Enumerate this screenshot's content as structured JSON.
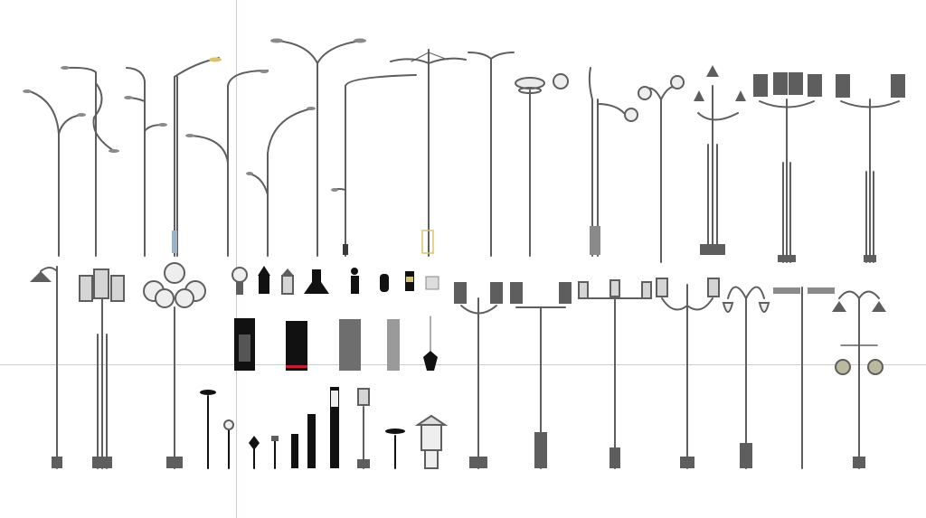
{
  "scene": {
    "subject": "street-lamp-models",
    "background_color": "#ffffff",
    "guide_color": "#d9c6c6",
    "model_colors": {
      "pole": "#5e5e5e",
      "pole_dark": "#3a3a3a",
      "black": "#111111",
      "lamp_glass": "#e2e2e2",
      "accent_yellow": "#d8c470",
      "accent_red": "#c21f2d"
    },
    "rows": [
      {
        "name": "top-row",
        "lamp_count": 23
      },
      {
        "name": "bottom-row",
        "lamp_count": 38
      }
    ]
  }
}
